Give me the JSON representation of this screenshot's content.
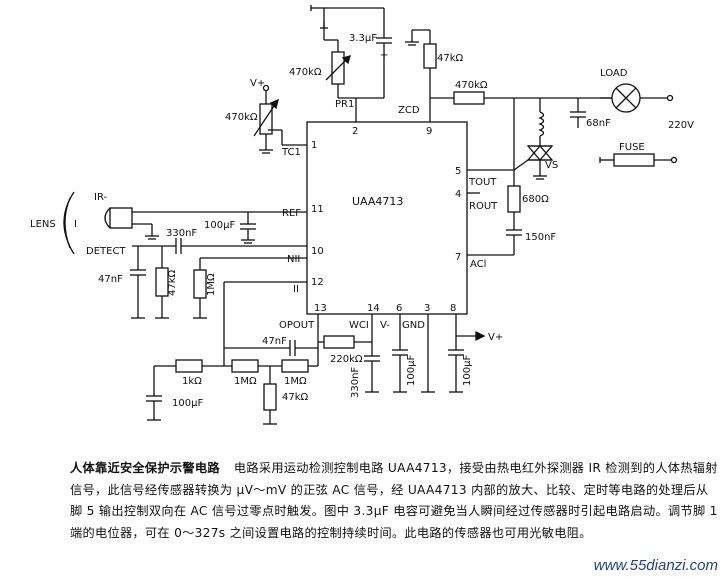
{
  "ic": {
    "name": "UAA4713",
    "pin1": "TC1",
    "pin_ref": "REF",
    "pin10": "NII",
    "pin12": "II",
    "pin_opout": "OPOUT",
    "pin_wci": "WCI",
    "pin_v": "V-",
    "pin_gnd": "GND",
    "pin_acl": "ACl",
    "pin_tout": "TOUT",
    "pin_rout": "ROUT",
    "pin_zcd": "ZCD",
    "pin_pr1": "PR1",
    "num2": "2",
    "num9": "9",
    "num1": "1",
    "num11": "11",
    "num10": "10",
    "num12": "12",
    "num13": "13",
    "num14": "14",
    "num6": "6",
    "num3": "3",
    "num8": "8",
    "num5": "5",
    "num4": "4",
    "num7": "7"
  },
  "labels": {
    "r_pot_top": "470kΩ",
    "c_top": "3.3μF",
    "plus": "+",
    "pr1_label": "PR1",
    "r_tc": "470kΩ",
    "vplus_left": "V+",
    "r_zcd": "47kΩ",
    "zcd": "ZCD",
    "r_series": "470kΩ",
    "load": "LOAD",
    "c_68": "68nF",
    "v220": "220V",
    "fuse": "FUSE",
    "vs": "VS",
    "r_680": "680Ω",
    "c_150": "150nF",
    "ir": "IR-",
    "lens": "LENS",
    "lens_i": "I",
    "detect": "DETECT",
    "c_330": "330nF",
    "c_100_ref": "100μF",
    "c_47n": "47nF",
    "r_47k_a": "47kΩ",
    "r_1m_a": "1MΩ",
    "c_47n_b": "47nF",
    "r_220": "220kΩ",
    "c_330n_b": "330nF",
    "c_100_v": "100μF",
    "c_100_v2": "100μF",
    "vplus_right": "V+",
    "r_1k": "1kΩ",
    "r_1m_b": "1MΩ",
    "r_1m_c": "1MΩ",
    "r_47k_b": "47kΩ",
    "c_100_b": "100μF"
  },
  "caption": {
    "title": "人体靠近安全保护示警电路",
    "body": "电路采用运动检测控制电路 UAA4713，接受由热电红外探测器 IR 检测到的人体热辐射信号，此信号经传感器转换为 μV～mV 的正弦 AC 信号，经 UAA4713 内部的放大、比较、定时等电路的处理后从脚 5 输出控制双向在 AC 信号过零点时触发。图中 3.3μF 电容可避免当人瞬间经过传感器时引起电路启动。调节脚 1 端的电位器，可在 0～327s 之间设置电路的控制持续时间。此电路的传感器也可用光敏电阻。"
  },
  "watermark": "www.55dianzi.com"
}
